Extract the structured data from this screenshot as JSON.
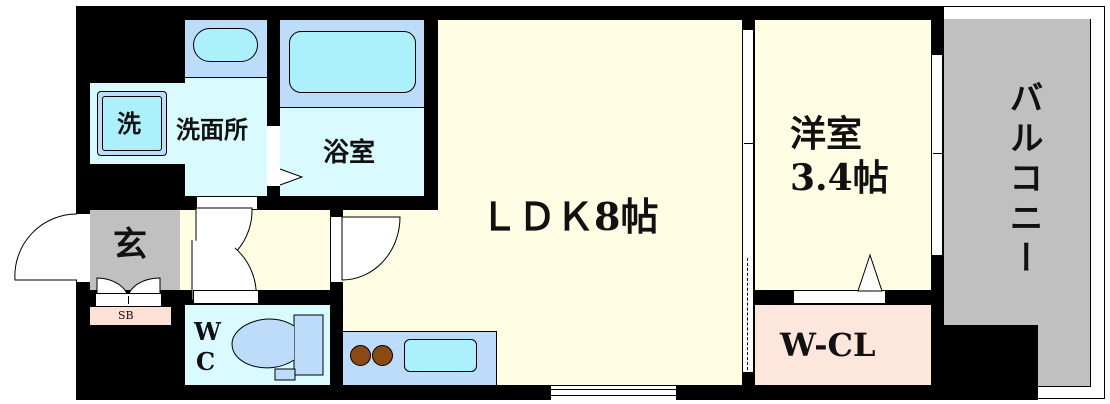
{
  "floorplan": {
    "colors": {
      "wall": "#000000",
      "ldk": "#fffee4",
      "western_room": "#fffee4",
      "wet_area": "#d9fbff",
      "fixture": "#bcdcfa",
      "fixture_inner": "#acf0fc",
      "entrance": "#c0c0c0",
      "balcony": "#c0c0c0",
      "closet": "#fde6dc",
      "shoe_box": "#fde0d6",
      "stove_burner": "#8b4a13"
    },
    "rooms": {
      "ldk": {
        "name": "ＬＤＫ",
        "size": "8帖"
      },
      "western_room": {
        "name": "洋室",
        "size": "3.4帖"
      },
      "washroom": {
        "label": "洗面所"
      },
      "washer": {
        "label": "洗"
      },
      "bathroom": {
        "label": "浴室"
      },
      "entrance": {
        "label": "玄"
      },
      "shoe_box": {
        "label": "SB"
      },
      "toilet": {
        "label_line1": "W",
        "label_line2": "C"
      },
      "walk_in_closet": {
        "label": "W-CL"
      },
      "balcony": {
        "label": "バルコニー"
      }
    }
  }
}
